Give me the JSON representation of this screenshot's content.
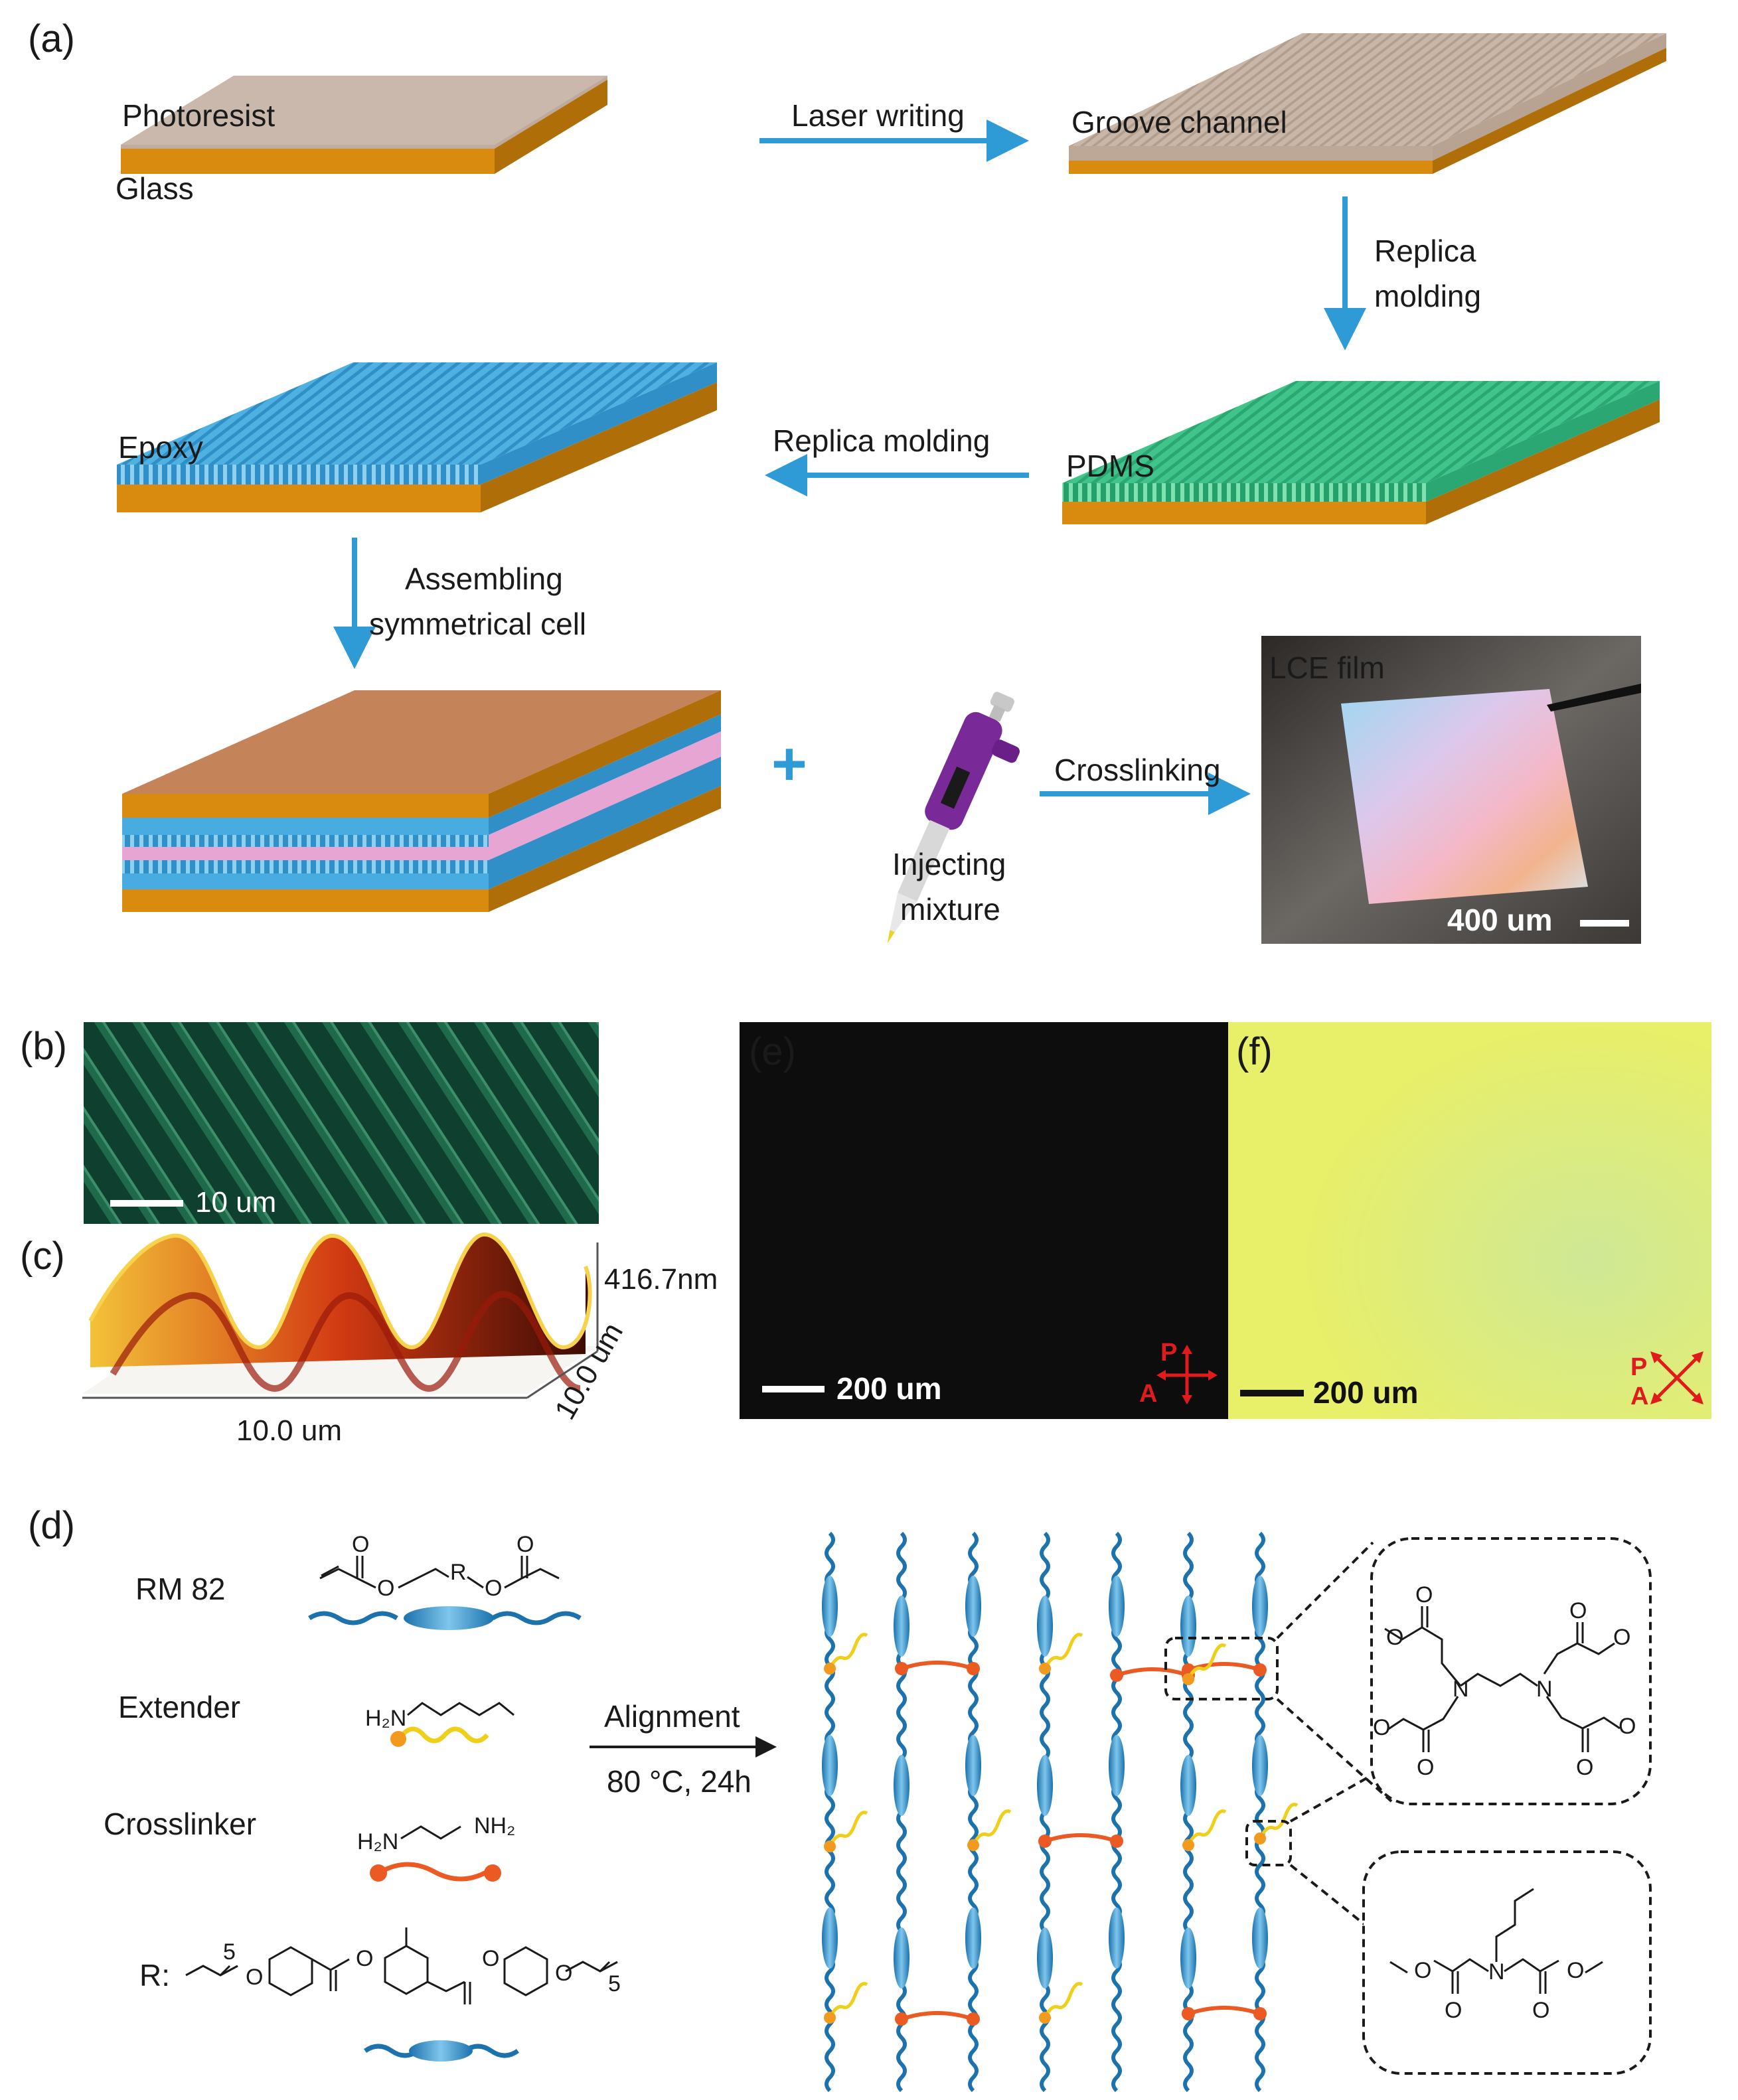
{
  "panels": {
    "a": "(a)",
    "b": "(b)",
    "c": "(c)",
    "d": "(d)",
    "e": "(e)",
    "f": "(f)"
  },
  "panel_a": {
    "photoresist": "Photoresist",
    "glass": "Glass",
    "laser_writing": "Laser writing",
    "groove_channel": "Groove channel",
    "replica_molding_1a": "Replica",
    "replica_molding_1b": "molding",
    "pdms": "PDMS",
    "replica_molding_2": "Replica molding",
    "epoxy": "Epoxy",
    "assembling_1": "Assembling",
    "assembling_2": "symmetrical cell",
    "plus": "+",
    "injecting_1": "Injecting",
    "injecting_2": "mixture",
    "crosslinking": "Crosslinking",
    "lce_film": "LCE film",
    "scale_400": "400 um"
  },
  "panel_b": {
    "scale": "10 um"
  },
  "panel_c": {
    "height": "416.7nm",
    "x_size": "10.0 um",
    "y_size": "10.0 um"
  },
  "panel_e": {
    "scale": "200 um",
    "p": "P",
    "a": "A"
  },
  "panel_f": {
    "scale": "200 um",
    "p": "P",
    "a": "A"
  },
  "panel_d": {
    "rm82": "RM 82",
    "extender": "Extender",
    "crosslinker": "Crosslinker",
    "r_label": "R:",
    "alignment": "Alignment",
    "conditions": "80 °C, 24h",
    "atom_o": "O",
    "atom_r": "R",
    "atom_n": "N",
    "h2n": "H₂N",
    "nh2": "NH₂",
    "sub5": "5"
  },
  "colors": {
    "arrow": "#2e9ad6",
    "glass": "#d4860f",
    "photoresist": "#c9b8ab",
    "pdms": "#3fc48b",
    "epoxy": "#49ace0",
    "top_cover": "#c48358",
    "pink": "#e6a5d2",
    "pipette": "#7a2a98",
    "dark_panel": "#0d0d0d",
    "yellow_panel": "#e6ef66",
    "afm_green": "#0d3b2c",
    "polarizer": "#e01b1b",
    "mesogen": "#2a8ec8",
    "extender": "#f0cf1a",
    "crosslinker": "#ea5a22"
  }
}
